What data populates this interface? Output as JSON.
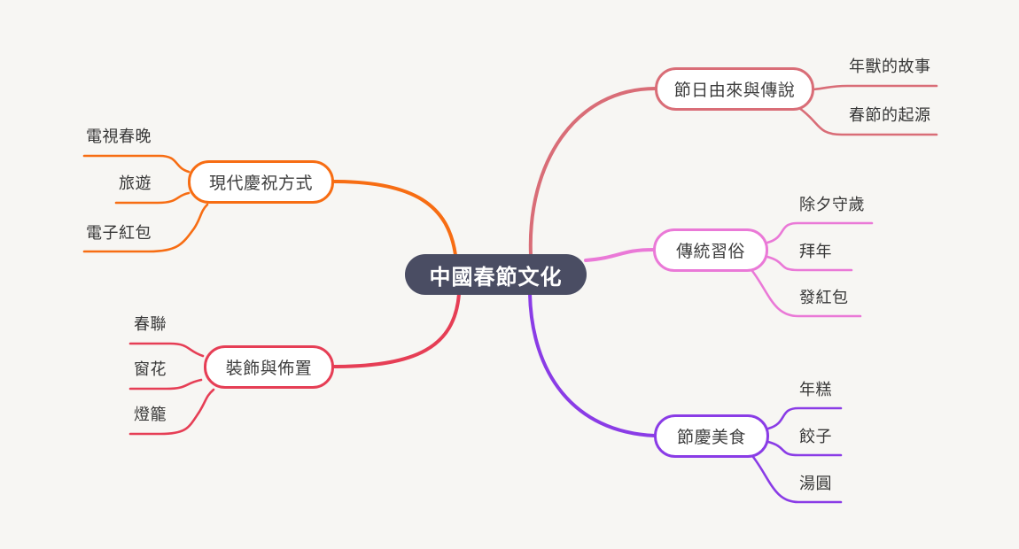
{
  "canvas": {
    "background": "#f7f6f3",
    "text_color": "#373737"
  },
  "central": {
    "label": "中國春節文化",
    "fill": "#4a4d63",
    "text_color": "#ffffff"
  },
  "branches": [
    {
      "id": "origin",
      "label": "節日由來與傳說",
      "color": "#d96d77",
      "children": [
        {
          "label": "年獸的故事"
        },
        {
          "label": "春節的起源"
        }
      ]
    },
    {
      "id": "customs",
      "label": "傳統習俗",
      "color": "#ea79d7",
      "children": [
        {
          "label": "除夕守歲"
        },
        {
          "label": "拜年"
        },
        {
          "label": "發紅包"
        }
      ]
    },
    {
      "id": "food",
      "label": "節慶美食",
      "color": "#8a3ce6",
      "children": [
        {
          "label": "年糕"
        },
        {
          "label": "餃子"
        },
        {
          "label": "湯圓"
        }
      ]
    },
    {
      "id": "modern",
      "label": "現代慶祝方式",
      "color": "#f76d13",
      "children": [
        {
          "label": "電視春晚"
        },
        {
          "label": "旅遊"
        },
        {
          "label": "電子紅包"
        }
      ]
    },
    {
      "id": "decor",
      "label": "裝飾與佈置",
      "color": "#e63e55",
      "children": [
        {
          "label": "春聯"
        },
        {
          "label": "窗花"
        },
        {
          "label": "燈籠"
        }
      ]
    }
  ]
}
